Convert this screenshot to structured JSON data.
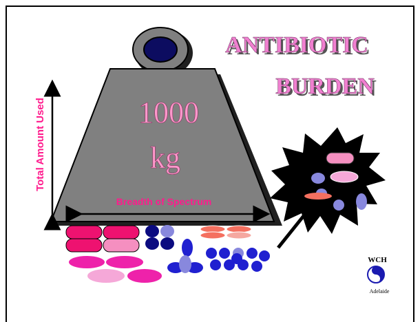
{
  "slide": {
    "title_line1": "ANTIBIOTIC",
    "title_line2": "BURDEN",
    "weight_line1": "1000",
    "weight_line2": "kg",
    "vertical_axis_label": "Total Amount Used",
    "horizontal_axis_label": "Breadth of Spectrum",
    "logo_text": "WCH",
    "logo_caption": "Adelaide"
  },
  "colors": {
    "title": "#f080d0",
    "weight_body": "#808080",
    "weight_shadow": "#202020",
    "weight_text": "#ff99cc",
    "axis_label": "#ff1b8d",
    "burst": "#000000",
    "pill_pink_dark": "#ee1270",
    "pill_pink_light": "#f58fc0",
    "pill_magenta": "#ee22aa",
    "pill_lavender": "#f5a8d8",
    "pill_salmon": "#f47060",
    "dot_navy": "#0b0b80",
    "dot_blue": "#2020d0",
    "dot_periwinkle": "#8888dd"
  }
}
